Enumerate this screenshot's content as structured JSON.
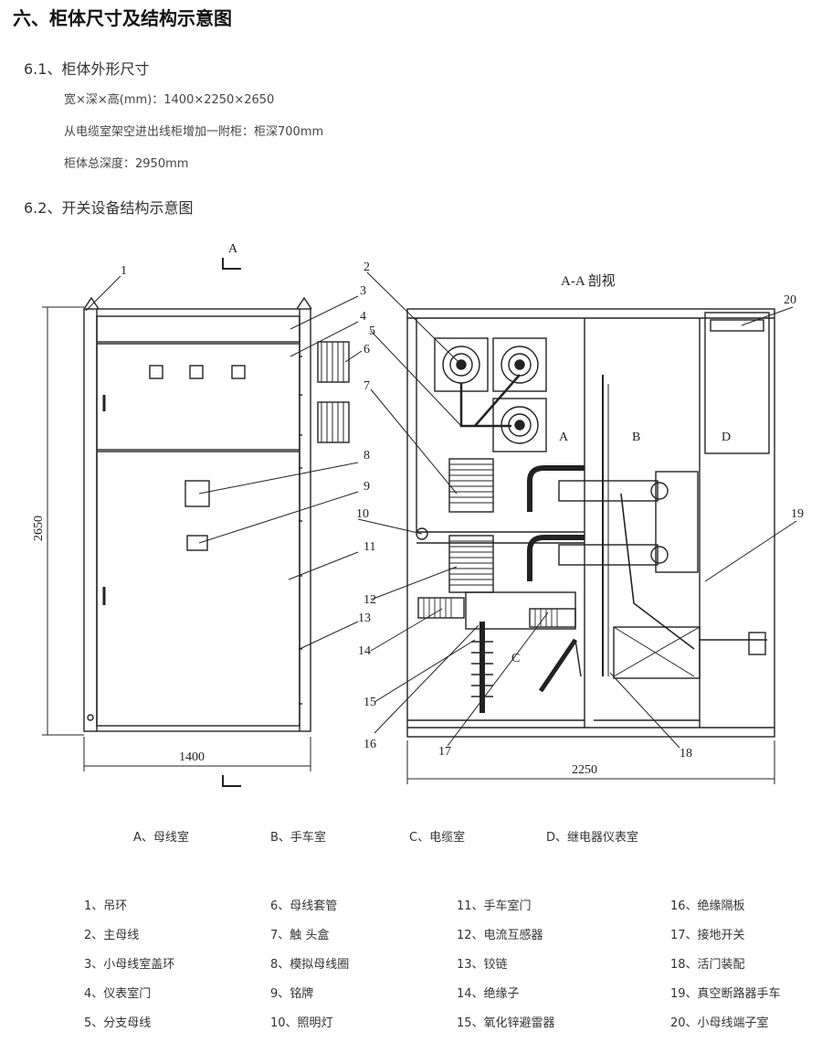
{
  "heading": "六、柜体尺寸及结构示意图",
  "section1": {
    "title": "6.1、柜体外形尺寸",
    "lines": [
      "宽×深×高(mm)：1400×2250×2650",
      "从电缆室架空进出线柜增加一附柜：柜深700mm",
      "柜体总深度：2950mm"
    ]
  },
  "section2": {
    "title": "6.2、开关设备结构示意图"
  },
  "drawing": {
    "section_mark": "A",
    "section_view_title": "A-A 剖视",
    "dim_height": "2650",
    "dim_width": "1400",
    "dim_depth": "2250",
    "room_labels": [
      "A",
      "B",
      "C",
      "D"
    ],
    "leader_numbers": [
      "1",
      "2",
      "3",
      "4",
      "5",
      "6",
      "7",
      "8",
      "9",
      "10",
      "11",
      "12",
      "13",
      "14",
      "15",
      "16",
      "17",
      "18",
      "19",
      "20"
    ]
  },
  "rooms_legend": [
    "A、母线室",
    "B、手车室",
    "C、电缆室",
    "D、继电器仪表室"
  ],
  "parts_legend": [
    "1、吊环",
    "2、主母线",
    "3、小母线室盖环",
    "4、仪表室门",
    "5、分支母线",
    "6、母线套管",
    "7、触 头盒",
    "8、模拟母线圈",
    "9、铭牌",
    "10、照明灯",
    "11、手车室门",
    "12、电流互感器",
    "13、铰链",
    "14、绝缘子",
    "15、氧化锌避雷器",
    "16、绝缘隔板",
    "17、接地开关",
    "18、活门装配",
    "19、真空断路器手车",
    "20、小母线端子室"
  ]
}
